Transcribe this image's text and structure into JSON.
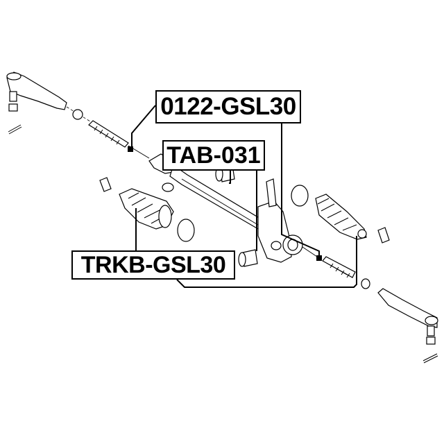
{
  "labels": {
    "tie_rod": "0122-GSL30",
    "rack_bushing": "TAB-031",
    "boot_kit": "TRKB-GSL30"
  }
}
